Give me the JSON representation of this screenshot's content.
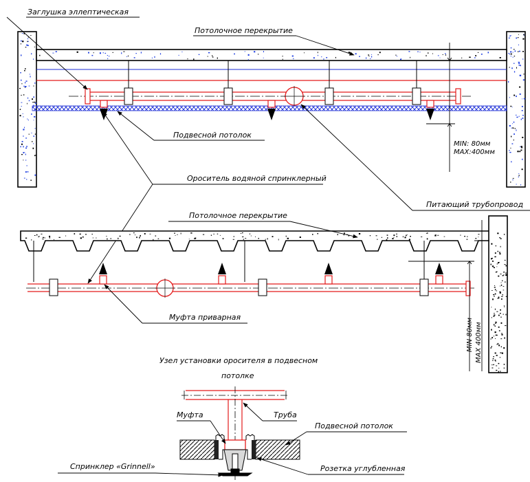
{
  "labels": {
    "end_cap": "Заглушка эллептическая",
    "ceiling_slab_top": "Потолочное перекрытие",
    "suspended_ceiling_top": "Подвесной потолок",
    "sprinkler": "Ороситель водяной спринклерный",
    "supply_pipe": "Питающий трубопровод",
    "ceiling_slab_mid": "Потолочное перекрытие",
    "welded_coupling": "Муфта приварная",
    "dim_top_min": "MIN: 80мм",
    "dim_top_max": "MAX:400мм",
    "dim_mid_min": "MIN 80мм",
    "dim_mid_max": "MAX 400мм",
    "detail_title_line1": "Узел установки оросителя в подвесном",
    "detail_title_line2": "потолке",
    "coupling": "Муфта",
    "pipe": "Труба",
    "suspended_ceiling_detail": "Подвесной потолок",
    "sprinkler_grinnell": "Спринклер «Grinnell»",
    "recessed_escutcheon": "Розетка углубленная"
  },
  "colors": {
    "pipe_red": "#e31b1b",
    "line_blue": "#1a2bd6",
    "speckle_blue": "#1f3fe0",
    "line_black": "#000000"
  }
}
